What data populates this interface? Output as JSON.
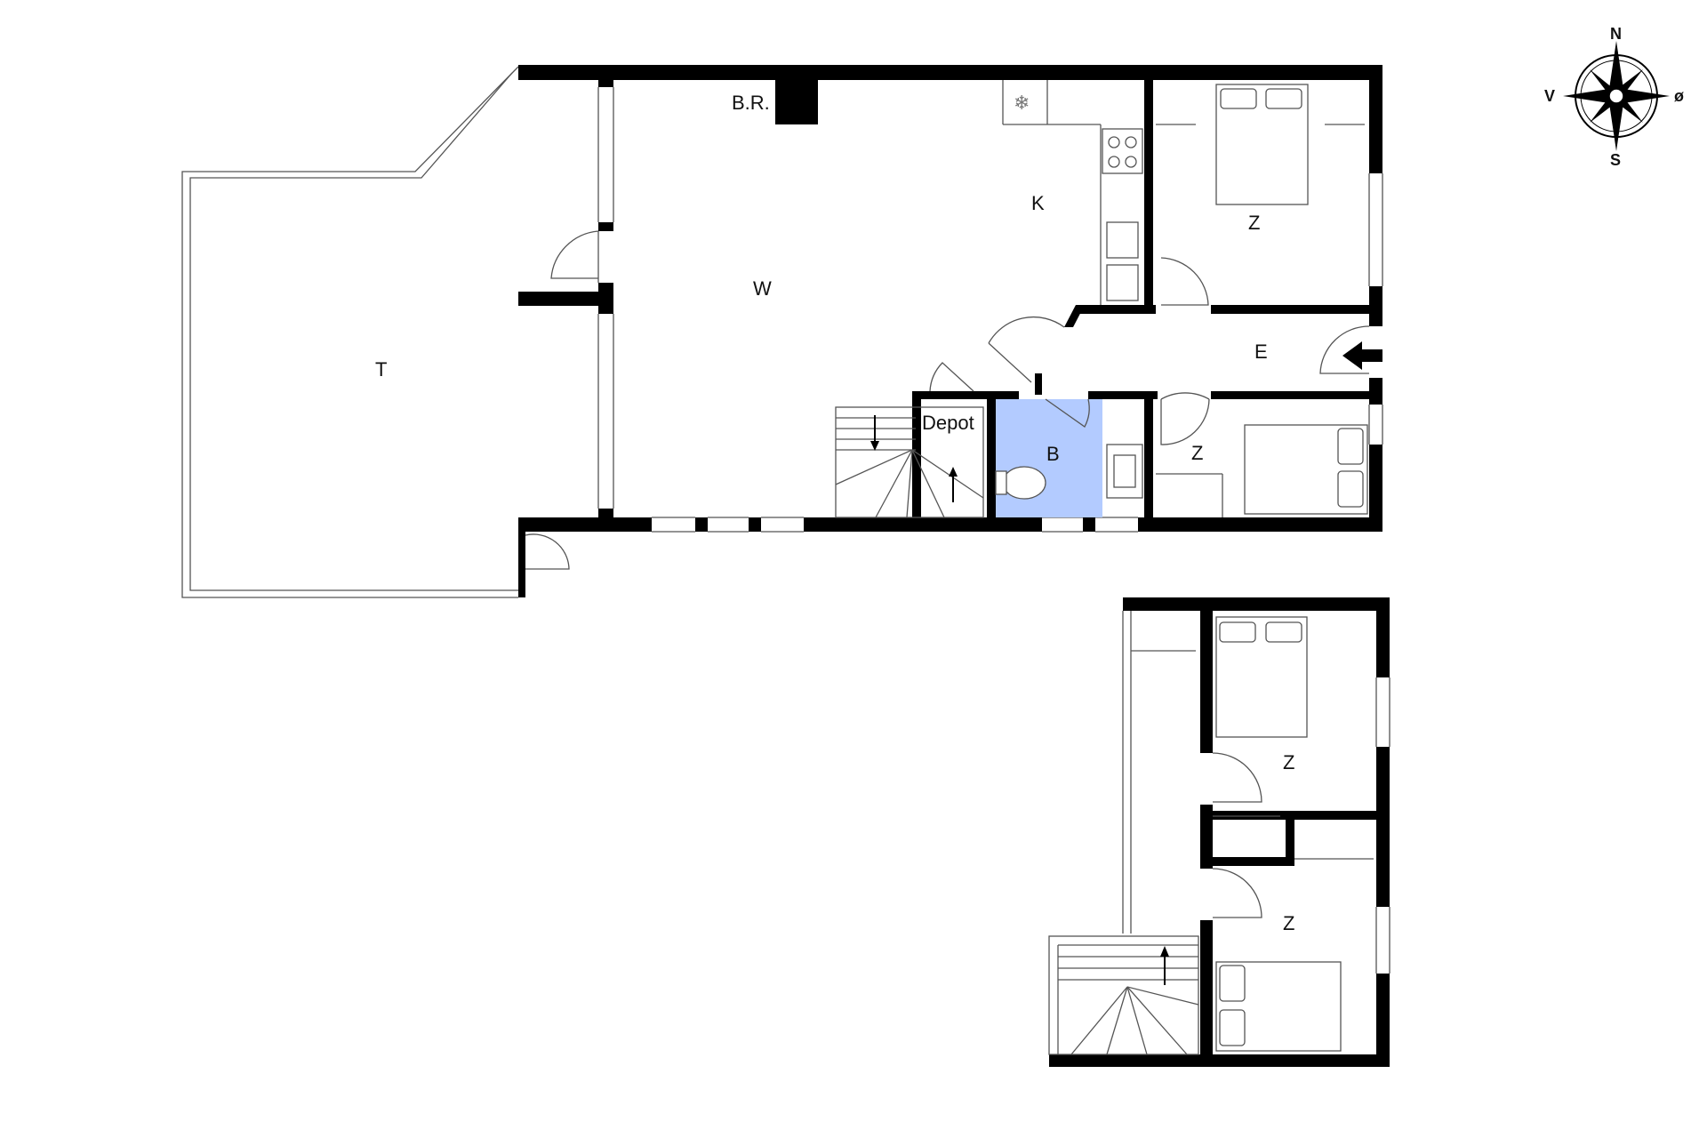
{
  "rooms": {
    "terrace": "T",
    "living": "W",
    "kitchen": "K",
    "chimney": "B.R.",
    "storage": "Depot",
    "bath": "B",
    "entrance": "E",
    "bedroom_ne": "Z",
    "bedroom_se": "Z",
    "upper_bedroom_n": "Z",
    "upper_bedroom_s": "Z"
  },
  "compass": {
    "north": "N",
    "south": "S",
    "west": "V",
    "east": "ø"
  },
  "colors": {
    "wall": "#000000",
    "bath_fill": "#b3cbff",
    "line": "#555555"
  }
}
